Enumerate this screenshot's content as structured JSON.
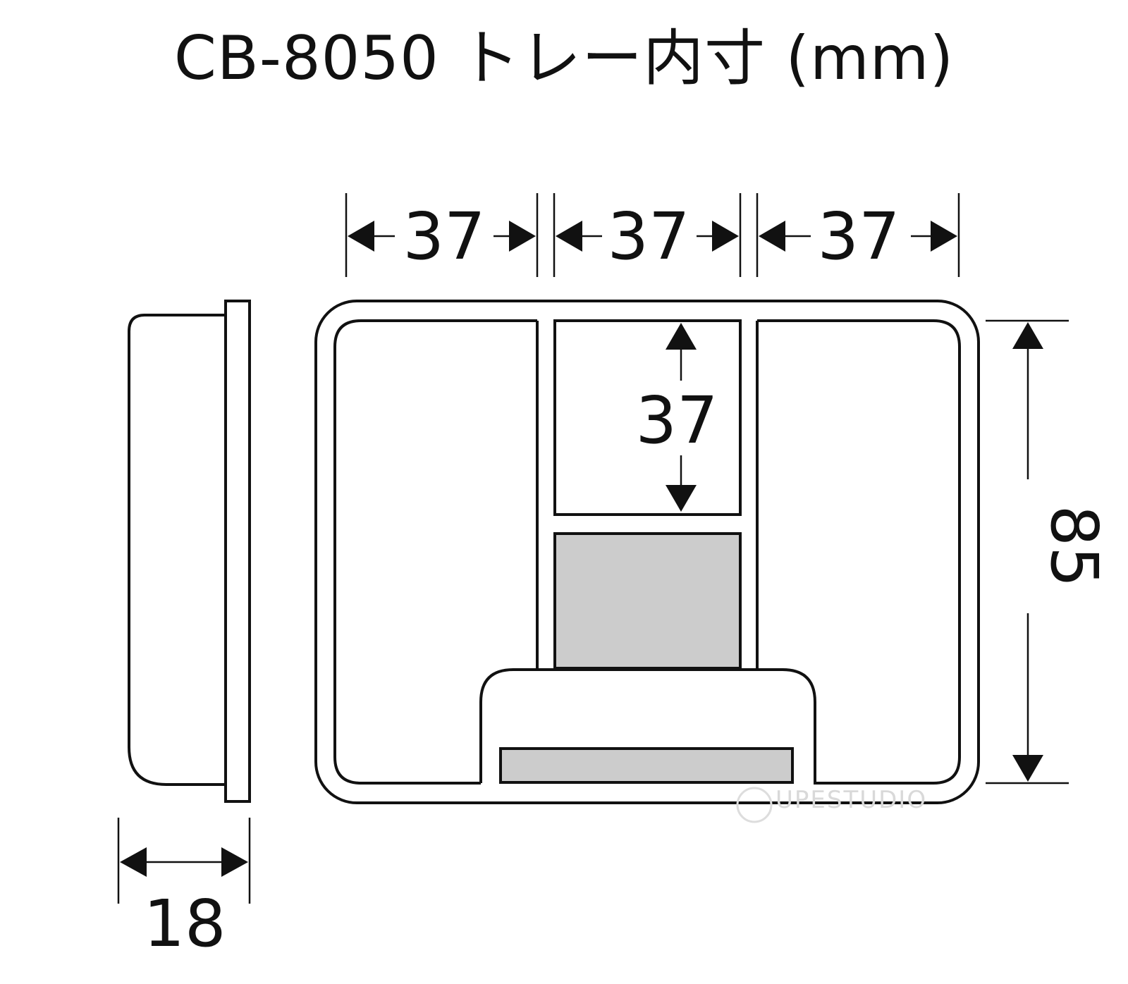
{
  "title": "CB-8050 トレー内寸 (mm)",
  "dimensions": {
    "width_left": "37",
    "width_middle": "37",
    "width_right": "37",
    "center_height": "37",
    "total_height": "85",
    "depth": "18"
  },
  "watermark": "UPESTUDIO",
  "colors": {
    "line": "#111111",
    "fill_gray": "#cccccc",
    "background": "#ffffff"
  }
}
